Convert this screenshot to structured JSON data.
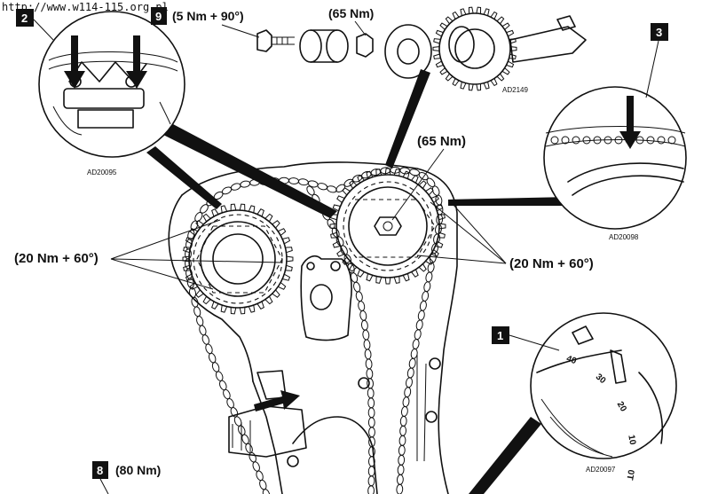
{
  "watermark": "http://www.w114-115.org.pl",
  "callouts": [
    {
      "id": "2",
      "code": "AD20095"
    },
    {
      "id": "9",
      "torque": "(5 Nm + 90°)"
    },
    {
      "id": "3",
      "code": "AD20098"
    },
    {
      "id": "1",
      "code": "AD20097"
    },
    {
      "id": "8",
      "torque": "(80 Nm)"
    }
  ],
  "top_assembly": {
    "torque": "(65 Nm)",
    "code": "AD2149"
  },
  "camshaft_bolt_torque": "(65 Nm)",
  "left_sprocket_torque": "(20 Nm + 60°)",
  "right_sprocket_torque": "(20 Nm + 60°)",
  "dial_scale": [
    "40",
    "30",
    "20",
    "10",
    "0T",
    "10"
  ],
  "colors": {
    "ink": "#111111",
    "paper": "#ffffff"
  }
}
